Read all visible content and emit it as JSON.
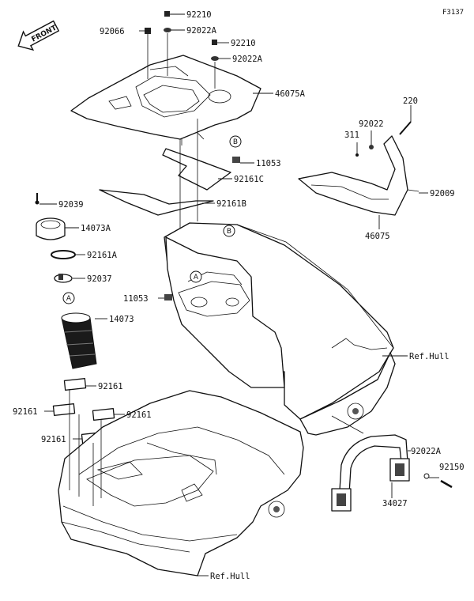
{
  "figure_code": "F3137",
  "front_badge": "FRONT",
  "callouts": {
    "a": "A",
    "b": "B"
  },
  "labels": {
    "p92210_top": "92210",
    "p92066": "92066",
    "p92022A_top": "92022A",
    "p92210_mid": "92210",
    "p92022A_mid": "92022A",
    "p46075A": "46075A",
    "p11053_right": "11053",
    "p92161C": "92161C",
    "p92161B": "92161B",
    "p220": "220",
    "p92022": "92022",
    "p311": "311",
    "p92009": "92009",
    "p46075": "46075",
    "p92039": "92039",
    "p14073A": "14073A",
    "p92161A": "92161A",
    "p92037": "92037",
    "p14073": "14073",
    "p11053_left": "11053",
    "ref_hull_right": "Ref.Hull",
    "p92161_a": "92161",
    "p92161_b": "92161",
    "p92161_c": "92161",
    "p92161_d": "92161",
    "p92022A_low": "92022A",
    "p92150": "92150",
    "p34027": "34027",
    "ref_hull_bottom": "Ref.Hull"
  }
}
